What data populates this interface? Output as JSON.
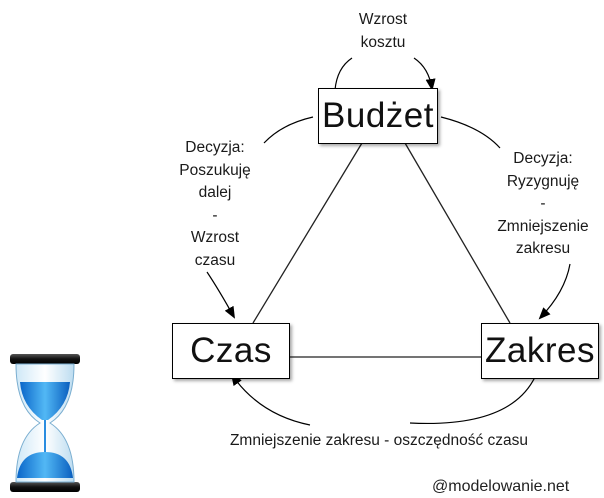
{
  "nodes": {
    "budzet": "Budżet",
    "czas": "Czas",
    "zakres": "Zakres"
  },
  "labels": {
    "wzrost_kosztu": [
      "Wzrost",
      "kosztu"
    ],
    "decyzja_poszukuje": [
      "Decyzja:",
      "Poszukuję",
      "dalej",
      "-",
      "Wzrost",
      "czasu"
    ],
    "decyzja_ryzygnuje": [
      "Decyzja:",
      "Ryzygnuję",
      "-",
      "Zmniejszenie",
      "zakresu"
    ],
    "oszczednosc": "Zmniejszenie zakresu - oszczędność czasu"
  },
  "watermark": "@modelowanie.net",
  "icons": {
    "hourglass": "hourglass-icon"
  }
}
